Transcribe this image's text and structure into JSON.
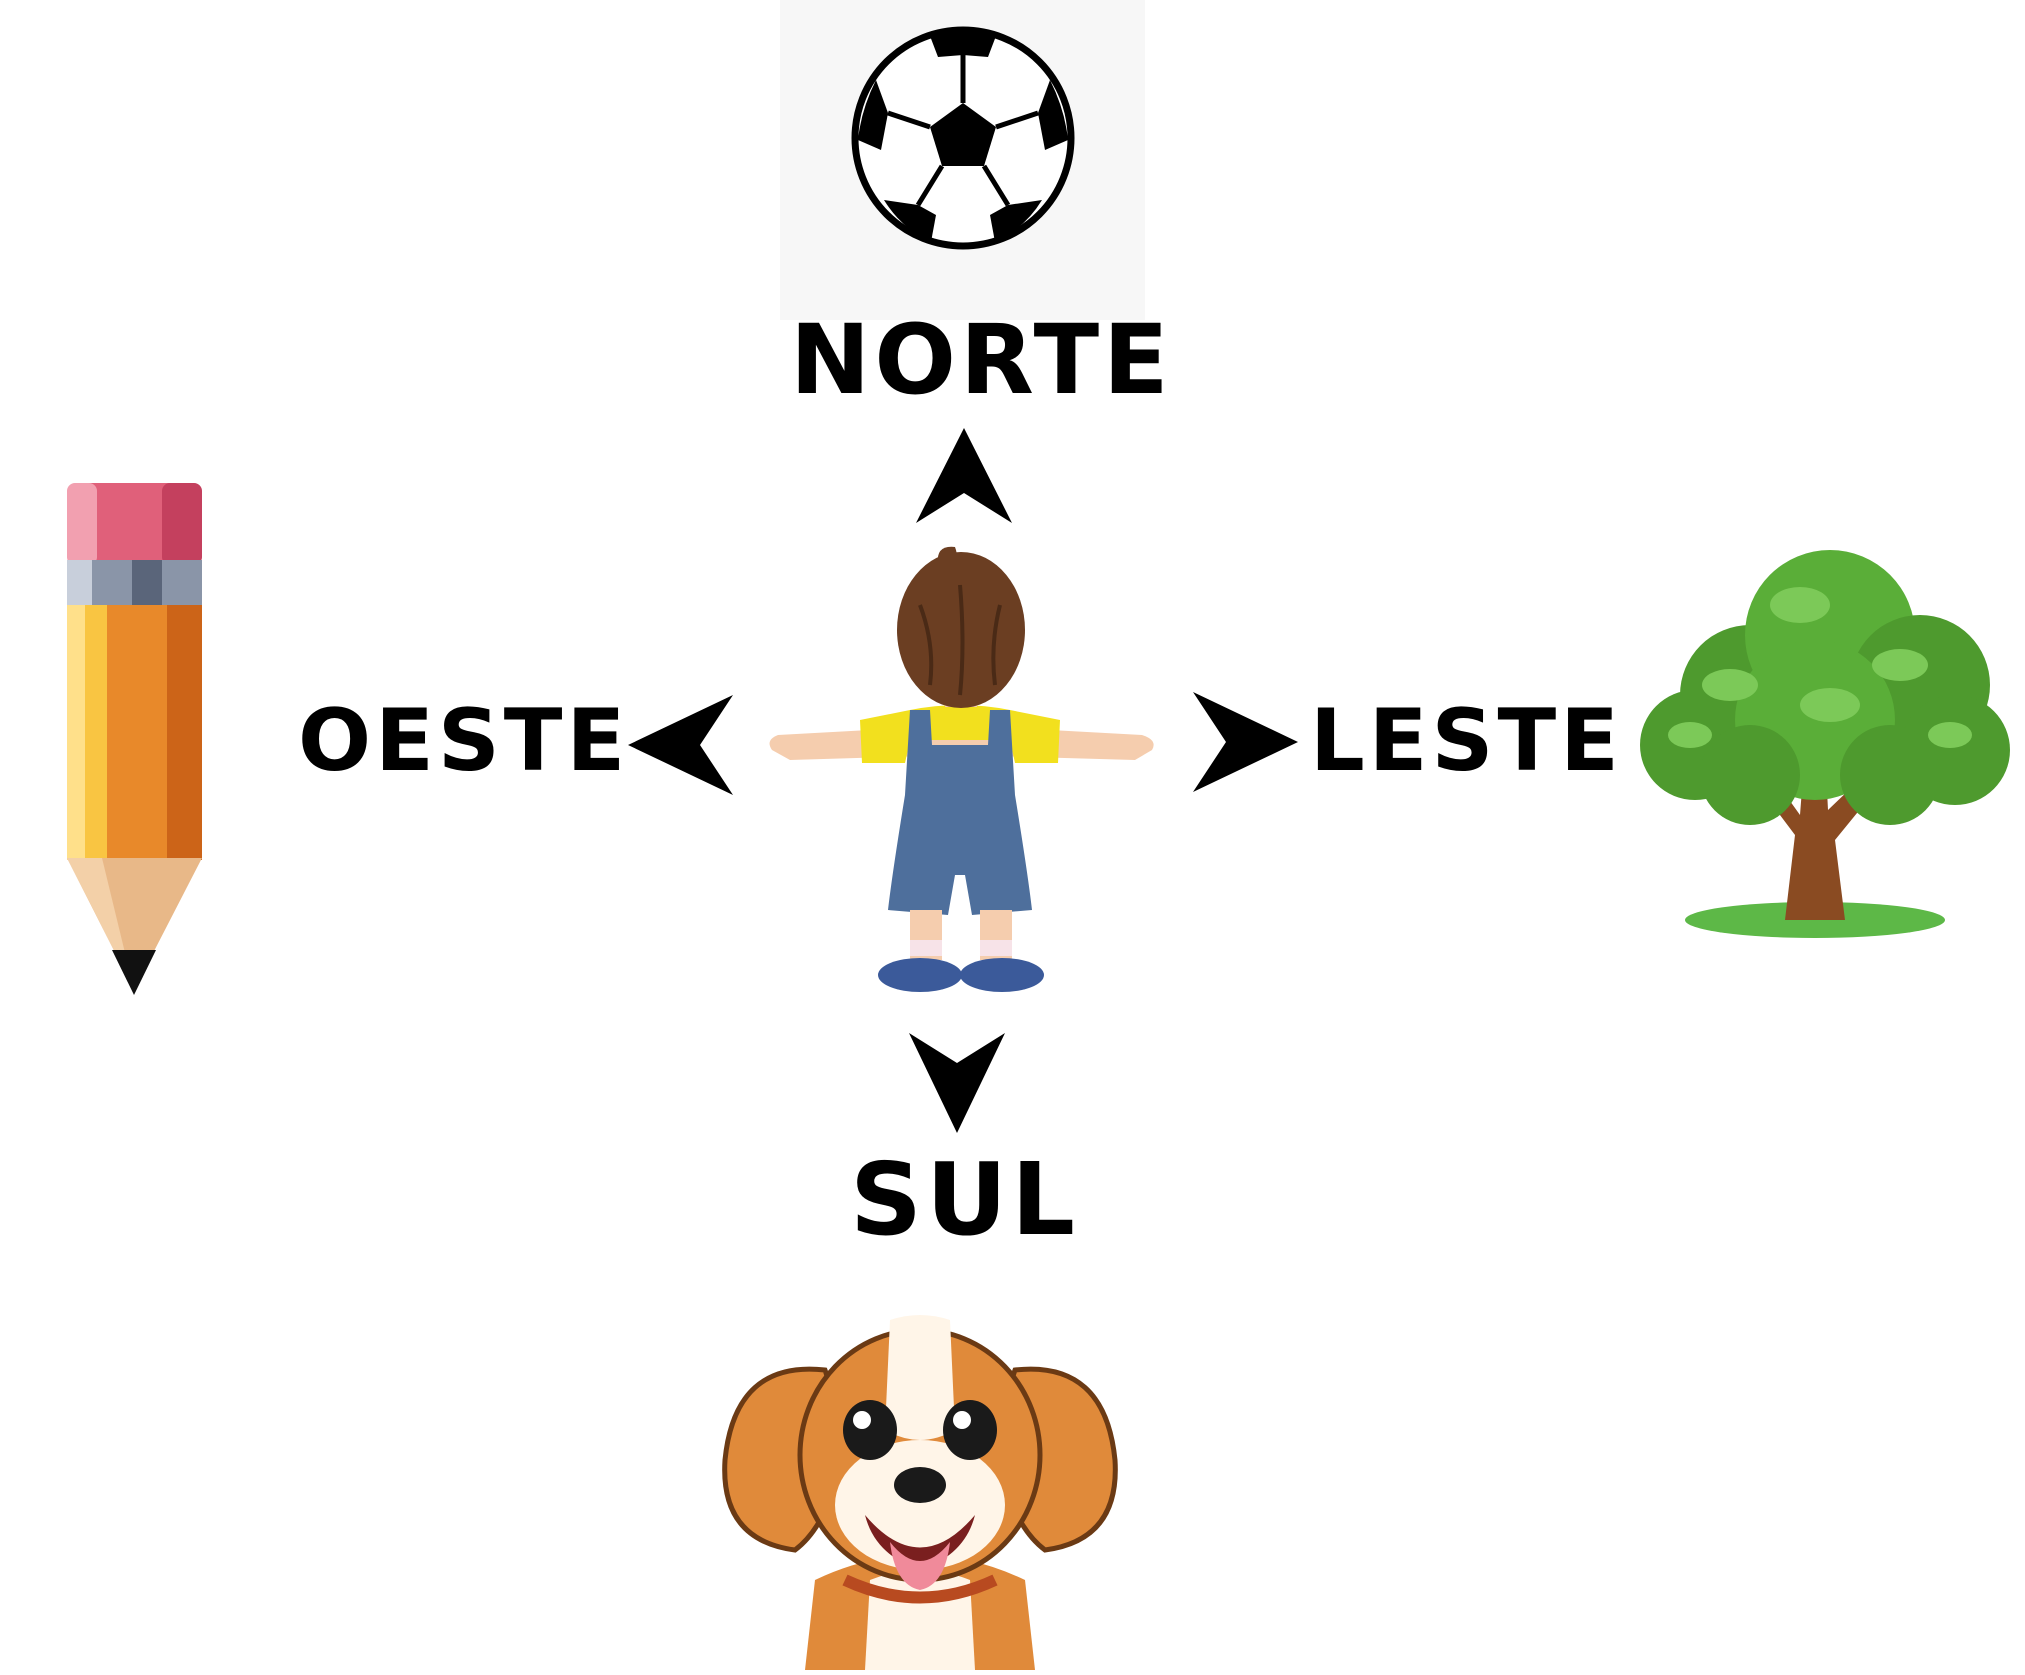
{
  "directions": {
    "north": "NORTE",
    "south": "SUL",
    "west": "OESTE",
    "east": "LESTE"
  },
  "objects": {
    "north": "soccer-ball",
    "south": "dog",
    "west": "pencil",
    "east": "tree",
    "center": "child-seen-from-behind"
  },
  "colors": {
    "text": "#000000",
    "pencil_body": "#E8892A",
    "pencil_eraser": "#E0607A",
    "tree_leaves": "#4E9A2E",
    "tree_trunk": "#8A4B22",
    "shirt": "#F2E01E",
    "overalls": "#4E6F9C",
    "hair": "#6B3E22",
    "dog_fur": "#E08A3A"
  }
}
